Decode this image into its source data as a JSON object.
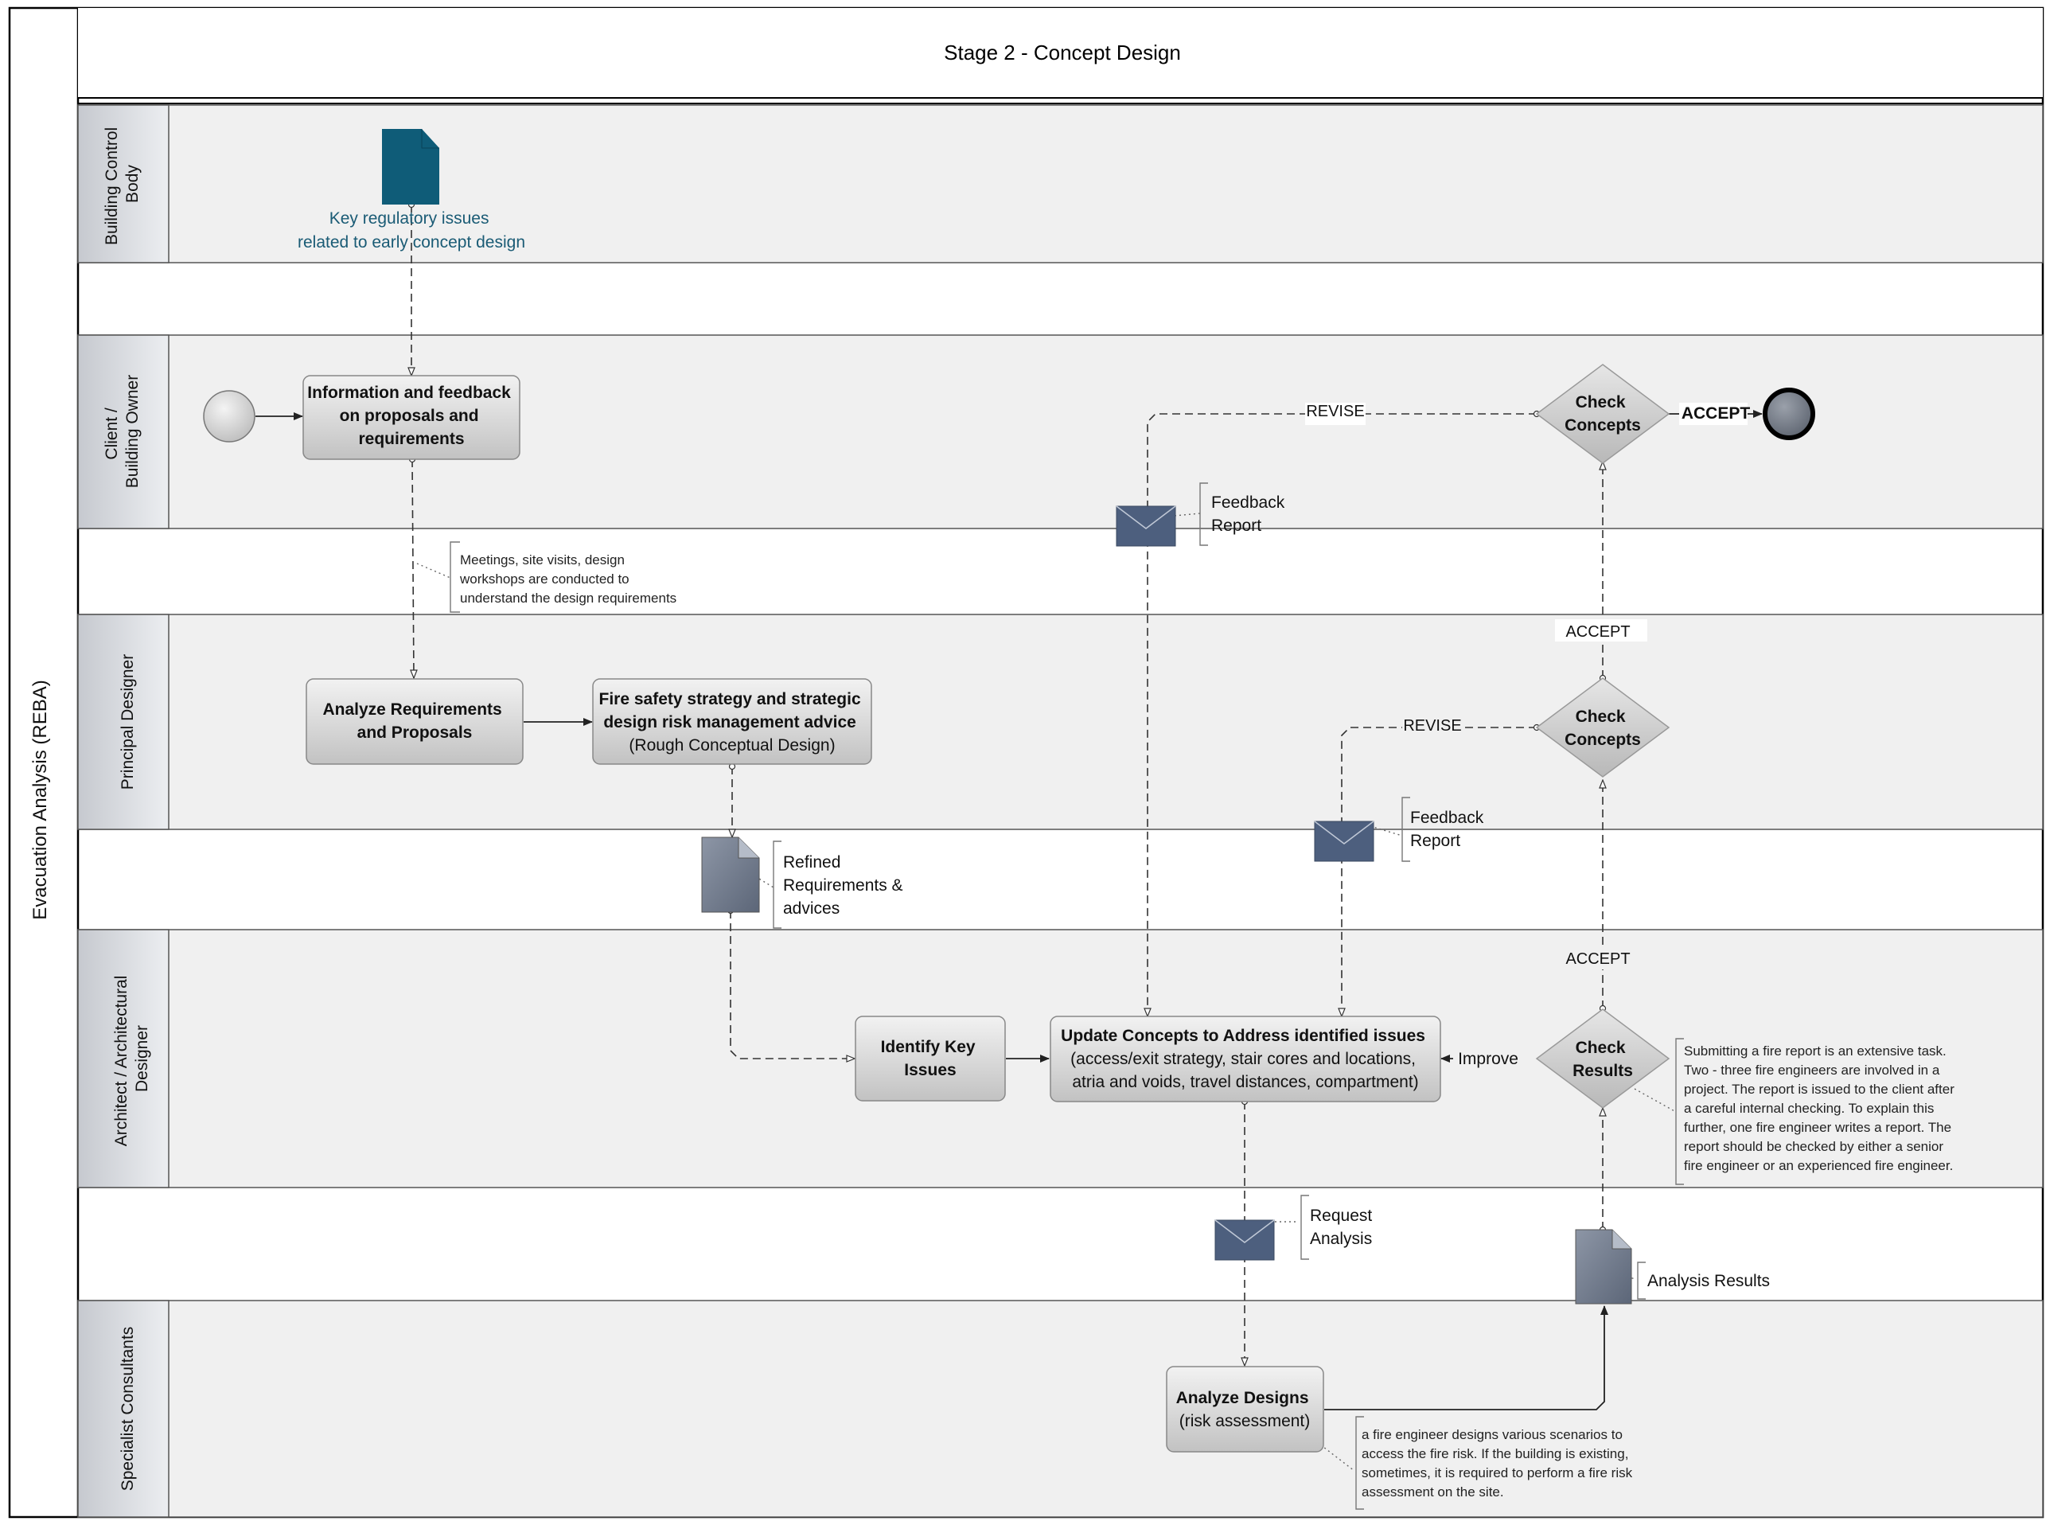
{
  "pool": {
    "label": "Evacuation Analysis (REBA)"
  },
  "stage": {
    "title": "Stage 2 - Concept Design"
  },
  "lanes": [
    {
      "id": "bcb",
      "lines": [
        "Building Control",
        "Body"
      ]
    },
    {
      "id": "client",
      "lines": [
        "Client /",
        "Building Owner"
      ]
    },
    {
      "id": "pd",
      "lines": [
        "Principal Designer"
      ]
    },
    {
      "id": "arch",
      "lines": [
        "Architect / Architectural",
        "Designer"
      ]
    },
    {
      "id": "spec",
      "lines": [
        "Specialist Consultants"
      ]
    }
  ],
  "tasks": {
    "info_feedback": {
      "lines": [
        "Information and feedback",
        "on proposals and",
        "requirements"
      ]
    },
    "analyze_req": {
      "lines": [
        "Analyze Requirements",
        "and Proposals"
      ]
    },
    "fire_strategy": {
      "lines": [
        "Fire safety strategy and strategic",
        "design risk management advice",
        "(Rough Conceptual Design)"
      ]
    },
    "identify_issues": {
      "lines": [
        "Identify Key",
        "Issues"
      ]
    },
    "update_concepts": {
      "lines": [
        "Update Concepts to Address identified issues",
        "(access/exit strategy, stair cores and locations,",
        "atria and voids, travel distances, compartment)"
      ]
    },
    "analyze_designs": {
      "lines": [
        "Analyze Designs",
        "(risk assessment)"
      ]
    }
  },
  "gateways": {
    "check_client": {
      "lines": [
        "Check",
        "Concepts"
      ]
    },
    "check_pd": {
      "lines": [
        "Check",
        "Concepts"
      ]
    },
    "check_results": {
      "lines": [
        "Check",
        "Results"
      ]
    }
  },
  "flow_labels": {
    "revise_top": "REVISE",
    "accept_top": "ACCEPT",
    "revise_mid": "REVISE",
    "accept_mid": "ACCEPT",
    "accept_low": "ACCEPT",
    "improve": "Improve"
  },
  "artifacts": {
    "key_regulatory": {
      "lines": [
        "Key regulatory issues",
        "related to early concept design"
      ]
    },
    "feedback_report_1": {
      "lines": [
        "Feedback",
        "Report"
      ]
    },
    "feedback_report_2": {
      "lines": [
        "Feedback",
        "Report"
      ]
    },
    "refined_requirements": {
      "lines": [
        "Refined",
        "Requirements &",
        "advices"
      ]
    },
    "request_analysis": {
      "lines": [
        "Request",
        "Analysis"
      ]
    },
    "analysis_results": {
      "lines": [
        "Analysis Results"
      ]
    }
  },
  "annotations": {
    "meetings": {
      "lines": [
        "Meetings, site visits, design",
        "workshops are conducted to",
        "understand the design requirements"
      ]
    },
    "fire_report": {
      "lines": [
        "Submitting a fire report is an extensive task.",
        "Two - three fire engineers are involved in a",
        "project. The report is issued to the client after",
        "a careful internal checking. To explain this",
        "further, one fire engineer writes a report. The",
        "report should be checked by either a senior",
        "fire engineer or an experienced fire engineer."
      ]
    },
    "fire_engineer": {
      "lines": [
        "a fire engineer designs various scenarios to",
        "access the fire risk. If the building is existing,",
        "sometimes, it is required to perform a fire risk",
        "assessment on the site."
      ]
    }
  },
  "colors": {
    "document_teal": "#0f5c78",
    "document_gray": "#6b7688",
    "envelope": "#4d5f7e",
    "task_fill": "#d3d3d3",
    "lane_fill": "#f0f0f0",
    "lane_header": "#d4d6db",
    "teal_text": "#1a5b75"
  }
}
